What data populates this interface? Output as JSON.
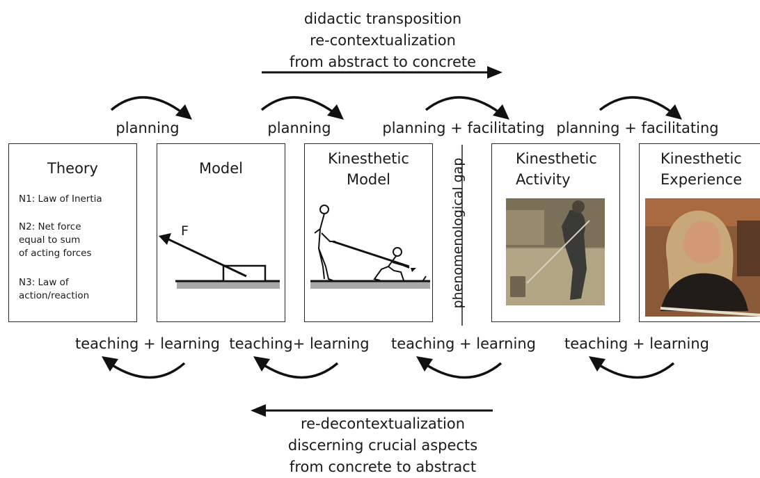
{
  "top": {
    "lines": [
      "didactic transposition",
      "re-contextualization",
      "from abstract to concrete"
    ]
  },
  "bottom": {
    "lines": [
      "re-decontextualization",
      "discerning crucial aspects",
      "from concrete to abstract"
    ]
  },
  "upper_labels": [
    "planning",
    "planning",
    "planning + facilitating",
    "planning + facilitating"
  ],
  "lower_labels": [
    "teaching + learning",
    "teaching+ learning",
    "teaching + learning",
    "teaching + learning"
  ],
  "boxes": {
    "theory": {
      "title": "Theory",
      "items": [
        "N1: Law of Inertia",
        "N2: Net force",
        "equal to sum",
        "of acting forces",
        "N3: Law of",
        "action/reaction"
      ]
    },
    "model": {
      "title": "Model",
      "force_label": "F"
    },
    "kinesthetic_model": {
      "title_line1": "Kinesthetic",
      "title_line2": "Model"
    },
    "kinesthetic_activity": {
      "title_line1": "Kinesthetic",
      "title_line2": "Activity"
    },
    "kinesthetic_experience": {
      "title_line1": "Kinesthetic",
      "title_line2": "Experience"
    }
  },
  "gap_label": "phenomenological gap"
}
